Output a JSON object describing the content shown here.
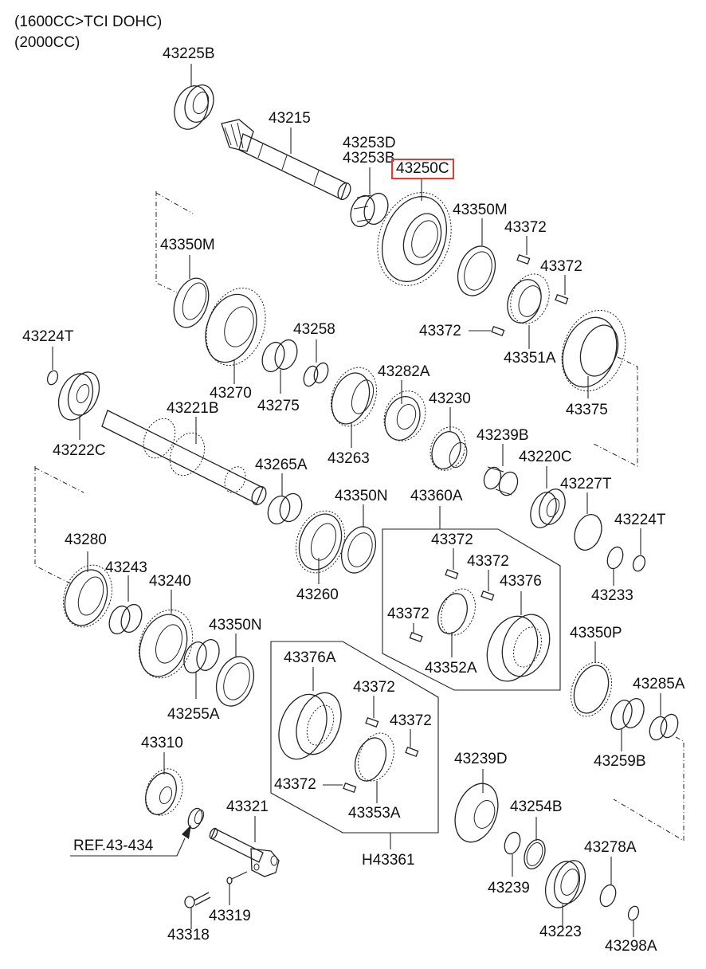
{
  "header": {
    "line1": "(1600CC>TCI DOHC)",
    "line2": "(2000CC)"
  },
  "highlight": {
    "part": "43250C",
    "color": "#e53935"
  },
  "labels": {
    "p43225B": "43225B",
    "p43215": "43215",
    "p43253D": "43253D",
    "p43253B": "43253B",
    "p43250C": "43250C",
    "p43350M_top": "43350M",
    "p43372_a": "43372",
    "p43372_b": "43372",
    "p43372_c": "43372",
    "p43351A": "43351A",
    "p43350M_left": "43350M",
    "p43224T_left": "43224T",
    "p43258": "43258",
    "p43270": "43270",
    "p43275": "43275",
    "p43222C": "43222C",
    "p43221B": "43221B",
    "p43263": "43263",
    "p43282A": "43282A",
    "p43230": "43230",
    "p43375": "43375",
    "p43239B": "43239B",
    "p43220C": "43220C",
    "p43227T": "43227T",
    "p43224T_right": "43224T",
    "p43233": "43233",
    "p43265A": "43265A",
    "p43350N_top": "43350N",
    "p43260": "43260",
    "p43360A": "43360A",
    "p43372_d": "43372",
    "p43372_e": "43372",
    "p43376": "43376",
    "p43372_f": "43372",
    "p43352A": "43352A",
    "p43280": "43280",
    "p43243": "43243",
    "p43240": "43240",
    "p43350N_bottom": "43350N",
    "p43255A": "43255A",
    "p43350P": "43350P",
    "p43285A": "43285A",
    "p43259B": "43259B",
    "p43376A": "43376A",
    "p43372_g": "43372",
    "p43372_h": "43372",
    "p43372_i": "43372",
    "p43353A": "43353A",
    "pH43361": "H43361",
    "p43310": "43310",
    "p43321": "43321",
    "ref": "REF.43-434",
    "p43319": "43319",
    "p43318": "43318",
    "p43239D": "43239D",
    "p43254B": "43254B",
    "p43239": "43239",
    "p43278A": "43278A",
    "p43223": "43223",
    "p43298A": "43298A"
  }
}
